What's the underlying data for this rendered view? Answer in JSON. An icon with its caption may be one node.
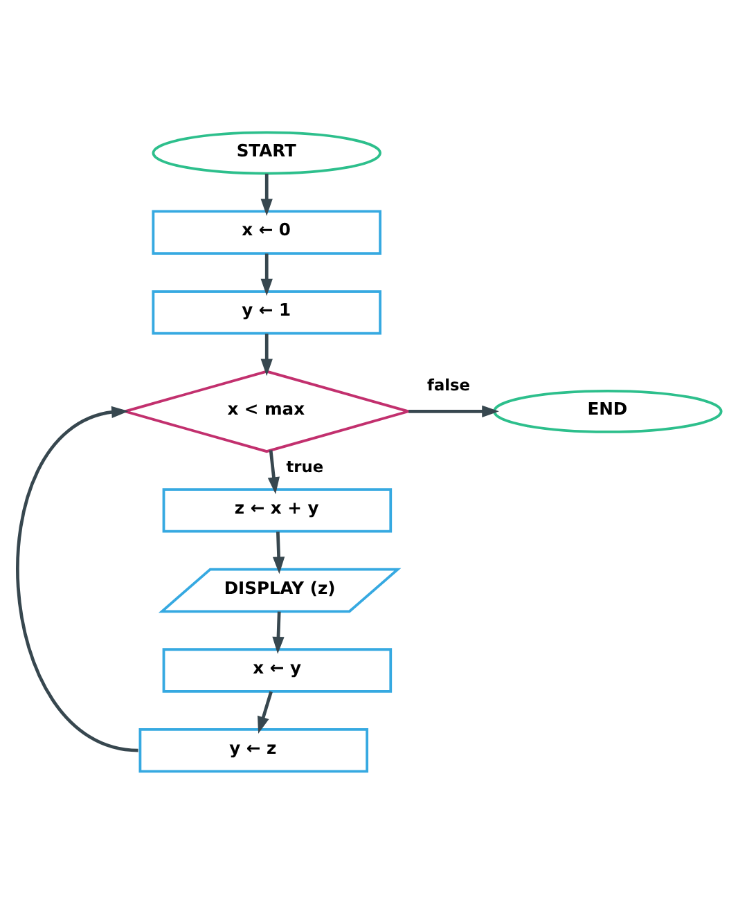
{
  "diagram": {
    "nodes": [
      {
        "text": [
          "START"
        ]
      },
      {
        "text": [
          "x ← 0"
        ]
      },
      {
        "text": [
          "y ← 1"
        ]
      },
      {
        "text": [
          "x < max"
        ]
      },
      {
        "text": [
          "END"
        ]
      },
      {
        "text": [
          "z ← x + y"
        ]
      },
      {
        "text": [
          "DISPLAY (z)"
        ]
      },
      {
        "text": [
          "x ← y"
        ]
      },
      {
        "text": [
          "y ← z"
        ]
      }
    ],
    "edges": [
      {
        "from": 0,
        "to": 1,
        "arrow": "to"
      },
      {
        "from": 1,
        "to": 2,
        "arrow": "to"
      },
      {
        "from": 2,
        "to": 3,
        "arrow": "to"
      },
      {
        "from": 3,
        "to": 4,
        "arrow": "to",
        "label": "false"
      },
      {
        "from": 3,
        "to": 5,
        "arrow": "to",
        "label": "true"
      },
      {
        "from": 5,
        "to": 6,
        "arrow": "to"
      },
      {
        "from": 6,
        "to": 7,
        "arrow": "to"
      },
      {
        "from": 7,
        "to": 8,
        "arrow": "to"
      },
      {
        "from": 8,
        "to": 3,
        "arrow": "to"
      }
    ]
  }
}
